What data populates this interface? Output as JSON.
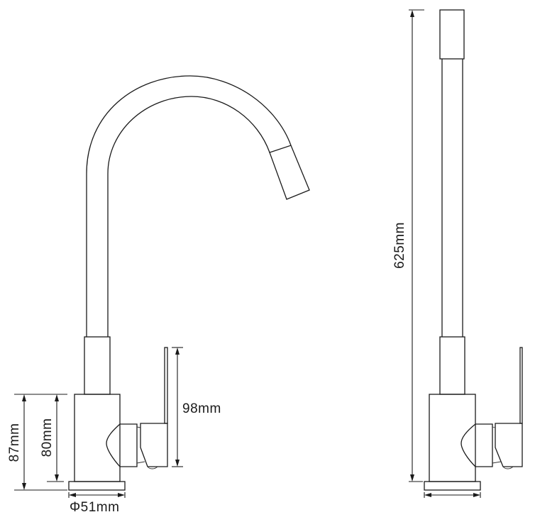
{
  "drawing": {
    "title": "Kitchen faucet dimension drawing",
    "colors": {
      "line": "#1a1a1a",
      "background": "#ffffff"
    },
    "front_view": {
      "dimensions": {
        "total_base_height": "87mm",
        "body_height": "80mm",
        "handle_height": "98mm",
        "base_diameter": "Φ51mm"
      }
    },
    "side_view": {
      "dimensions": {
        "overall_height": "625mm"
      }
    }
  }
}
